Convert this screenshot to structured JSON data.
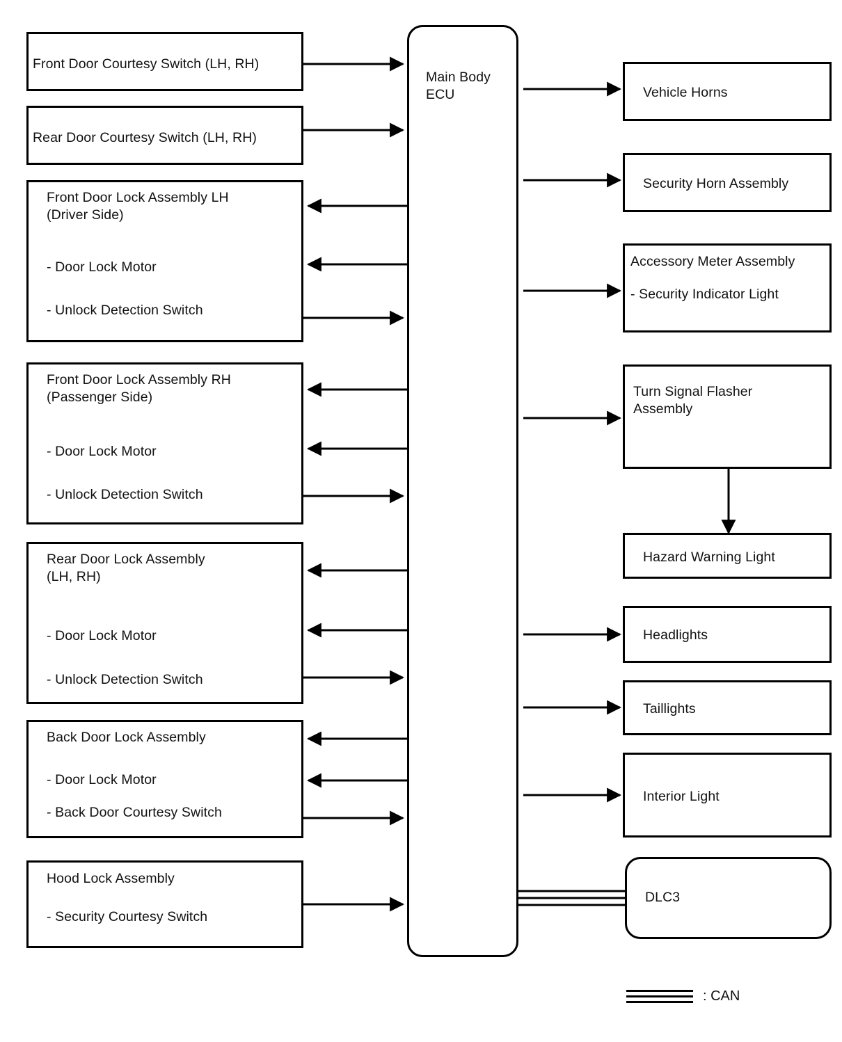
{
  "diagram": {
    "title_node": {
      "label": "Main Body\nECU",
      "name": "main-body-ecu"
    },
    "inputs": [
      {
        "name": "front-door-courtesy-switch",
        "label": "Front Door Courtesy Switch (LH, RH)"
      },
      {
        "name": "rear-door-courtesy-switch",
        "label": "Rear Door Courtesy Switch (LH, RH)"
      },
      {
        "name": "front-door-lock-assembly-lh",
        "label": "Front Door Lock Assembly LH\n(Driver Side)",
        "sub": [
          "- Door Lock Motor",
          "- Unlock Detection Switch"
        ]
      },
      {
        "name": "front-door-lock-assembly-rh",
        "label": "Front Door Lock Assembly RH\n(Passenger Side)",
        "sub": [
          "- Door Lock Motor",
          "- Unlock Detection Switch"
        ]
      },
      {
        "name": "rear-door-lock-assembly",
        "label": "Rear Door Lock Assembly\n(LH, RH)",
        "sub": [
          "- Door Lock Motor",
          "- Unlock Detection Switch"
        ]
      },
      {
        "name": "back-door-lock-assembly",
        "label": "Back Door Lock Assembly",
        "sub": [
          "- Door Lock Motor",
          "- Back Door Courtesy Switch"
        ]
      },
      {
        "name": "hood-lock-assembly",
        "label": "Hood Lock Assembly",
        "sub": [
          "- Security Courtesy Switch"
        ]
      }
    ],
    "outputs": [
      {
        "name": "vehicle-horns",
        "label": "Vehicle Horns"
      },
      {
        "name": "security-horn-assembly",
        "label": "Security Horn Assembly"
      },
      {
        "name": "accessory-meter-assembly",
        "label": "Accessory Meter Assembly",
        "sub": [
          "- Security Indicator Light"
        ]
      },
      {
        "name": "turn-signal-flasher-assembly",
        "label": "Turn Signal Flasher\nAssembly"
      },
      {
        "name": "hazard-warning-light",
        "label": "Hazard Warning Light"
      },
      {
        "name": "headlights",
        "label": "Headlights"
      },
      {
        "name": "taillights",
        "label": "Taillights"
      },
      {
        "name": "interior-light",
        "label": "Interior Light"
      },
      {
        "name": "dlc3",
        "label": "DLC3"
      }
    ],
    "legend": {
      "symbol": "can-bus-triple-line",
      "label": ": CAN"
    },
    "colors": {
      "line": "#000000",
      "text": "#111111",
      "background": "#ffffff"
    }
  }
}
